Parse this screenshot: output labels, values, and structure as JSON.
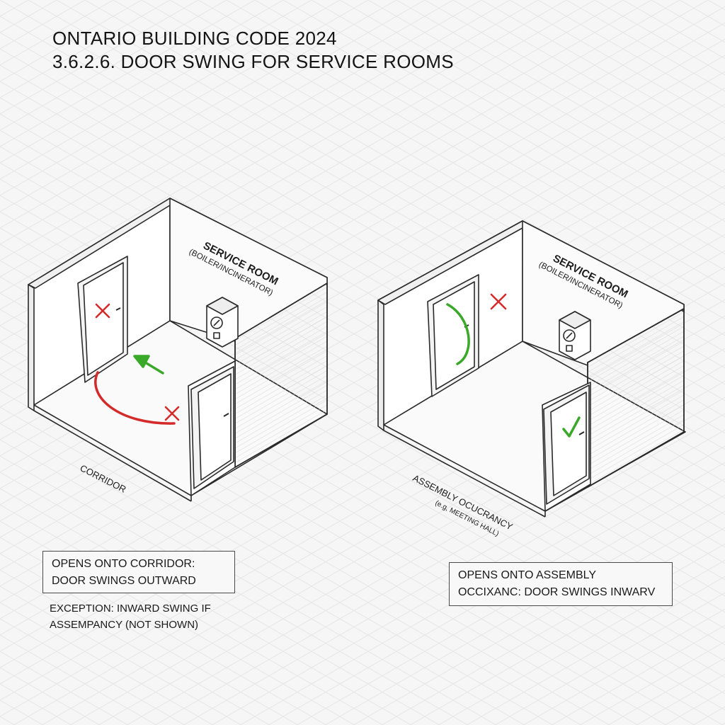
{
  "title": {
    "line1": "ONTARIO BUILDING CODE 2024",
    "line2": "3.6.2.6. DOOR SWING FOR SERVICE ROOMS"
  },
  "left_panel": {
    "room_label": "SERVICE ROOM",
    "room_sublabel": "(BOILER/INCINERATOR)",
    "adjacent_label": "CORRIDOR",
    "note_line1": "OPENS ONTO CORRIDOR:",
    "note_line2": "DOOR SWINGS OUTWARD",
    "exception_line1": "EXCEPTION: INWARD SWING IF",
    "exception_line2": "ASSEMPANCY (NOT SHOWN)"
  },
  "right_panel": {
    "room_label": "SERVICE ROOM",
    "room_sublabel": "(BOILER/INCINERATOR)",
    "adjacent_label": "ASSEMBLY OCUCRANCY",
    "adjacent_sublabel": "(e.g, MEETING HALL)",
    "note_line1": "OPENS ONTO ASSEMBLY",
    "note_line2": "OCCIXANC: DOOR SWINGS INWARV"
  },
  "colors": {
    "incorrect": "#d42a2a",
    "correct": "#3aa829",
    "wall_line": "#2a2a2a",
    "wall_fill": "#ffffff",
    "floor_fill": "#fafafa"
  },
  "icons": [
    "x-mark-icon",
    "check-mark-icon",
    "arrow-icon",
    "boiler-icon"
  ]
}
